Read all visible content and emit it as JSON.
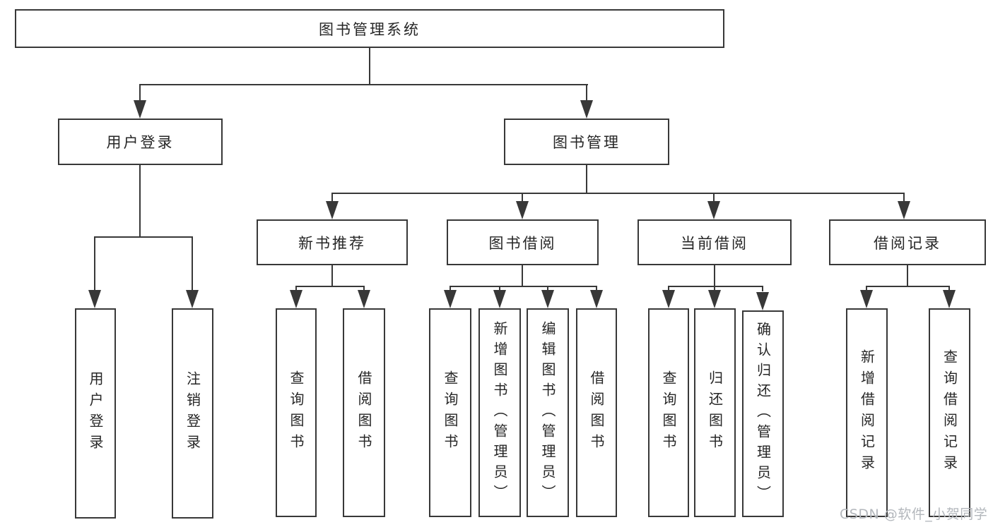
{
  "diagram_type": "feature-tree",
  "tree": {
    "label": "图书管理系统",
    "children": [
      {
        "label": "用户登录",
        "children": [
          {
            "label": "用户登录"
          },
          {
            "label": "注销登录"
          }
        ]
      },
      {
        "label": "图书管理",
        "children": [
          {
            "label": "新书推荐",
            "children": [
              {
                "label": "查询图书"
              },
              {
                "label": "借阅图书"
              }
            ]
          },
          {
            "label": "图书借阅",
            "children": [
              {
                "label": "查询图书"
              },
              {
                "label": "新增图书（管理员）"
              },
              {
                "label": "编辑图书（管理员）"
              },
              {
                "label": "借阅图书"
              }
            ]
          },
          {
            "label": "当前借阅",
            "children": [
              {
                "label": "查询图书"
              },
              {
                "label": "归还图书"
              },
              {
                "label": "确认归还（管理员）"
              }
            ]
          },
          {
            "label": "借阅记录",
            "children": [
              {
                "label": "新增借阅记录"
              },
              {
                "label": "查询借阅记录"
              }
            ]
          }
        ]
      }
    ]
  },
  "watermark": "CSDN @软件_小贺同学",
  "colors": {
    "line": "#383838",
    "text": "#262626",
    "watermark": "#b3b7bc",
    "background": "#ffffff"
  }
}
